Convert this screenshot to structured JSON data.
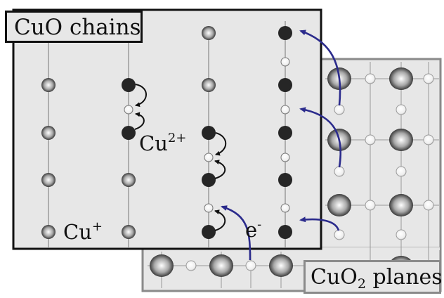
{
  "titles": {
    "chains": "CuO chains",
    "planes_prefix": "CuO",
    "planes_sub": "2",
    "planes_suffix": " planes"
  },
  "labels": {
    "cu2_base": "Cu",
    "cu2_charge": "2+",
    "cu1_base": "Cu",
    "cu1_charge": "+",
    "electron_base": "e",
    "electron_charge": "-"
  },
  "colors": {
    "panel": "#e7e7e7",
    "chain_border": "#111111",
    "plane_border": "#8a8a8a",
    "filled_site": "#262626",
    "arrow_transfer": "#2b2b8c",
    "arrow_hop": "#111111"
  }
}
